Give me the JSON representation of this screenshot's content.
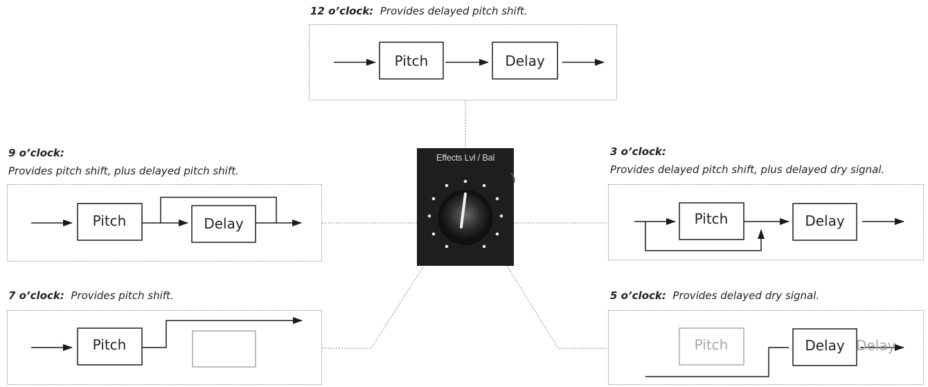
{
  "knob": {
    "label": "Effects Lvl / Bal"
  },
  "blocks": {
    "pitch": "Pitch",
    "delay": "Delay",
    "ghost_delay": "Delay"
  },
  "captions": {
    "c12": {
      "time": "12 o’clock:",
      "desc": "Provides delayed pitch shift."
    },
    "c9": {
      "time": "9 o’clock:",
      "desc": "Provides pitch shift, plus delayed pitch shift."
    },
    "c3": {
      "time": "3 o’clock:",
      "desc": "Provides delayed pitch shift, plus delayed dry signal."
    },
    "c7": {
      "time": "7 o’clock:",
      "desc": "Provides pitch shift."
    },
    "c5": {
      "time": "5 o’clock:",
      "desc": "Provides delayed dry signal."
    }
  },
  "colors": {
    "line": "#1a1a1a",
    "ghost": "#a9a9a9",
    "knob_bg": "#1e1e20",
    "dotted": "#8a8a8a"
  }
}
